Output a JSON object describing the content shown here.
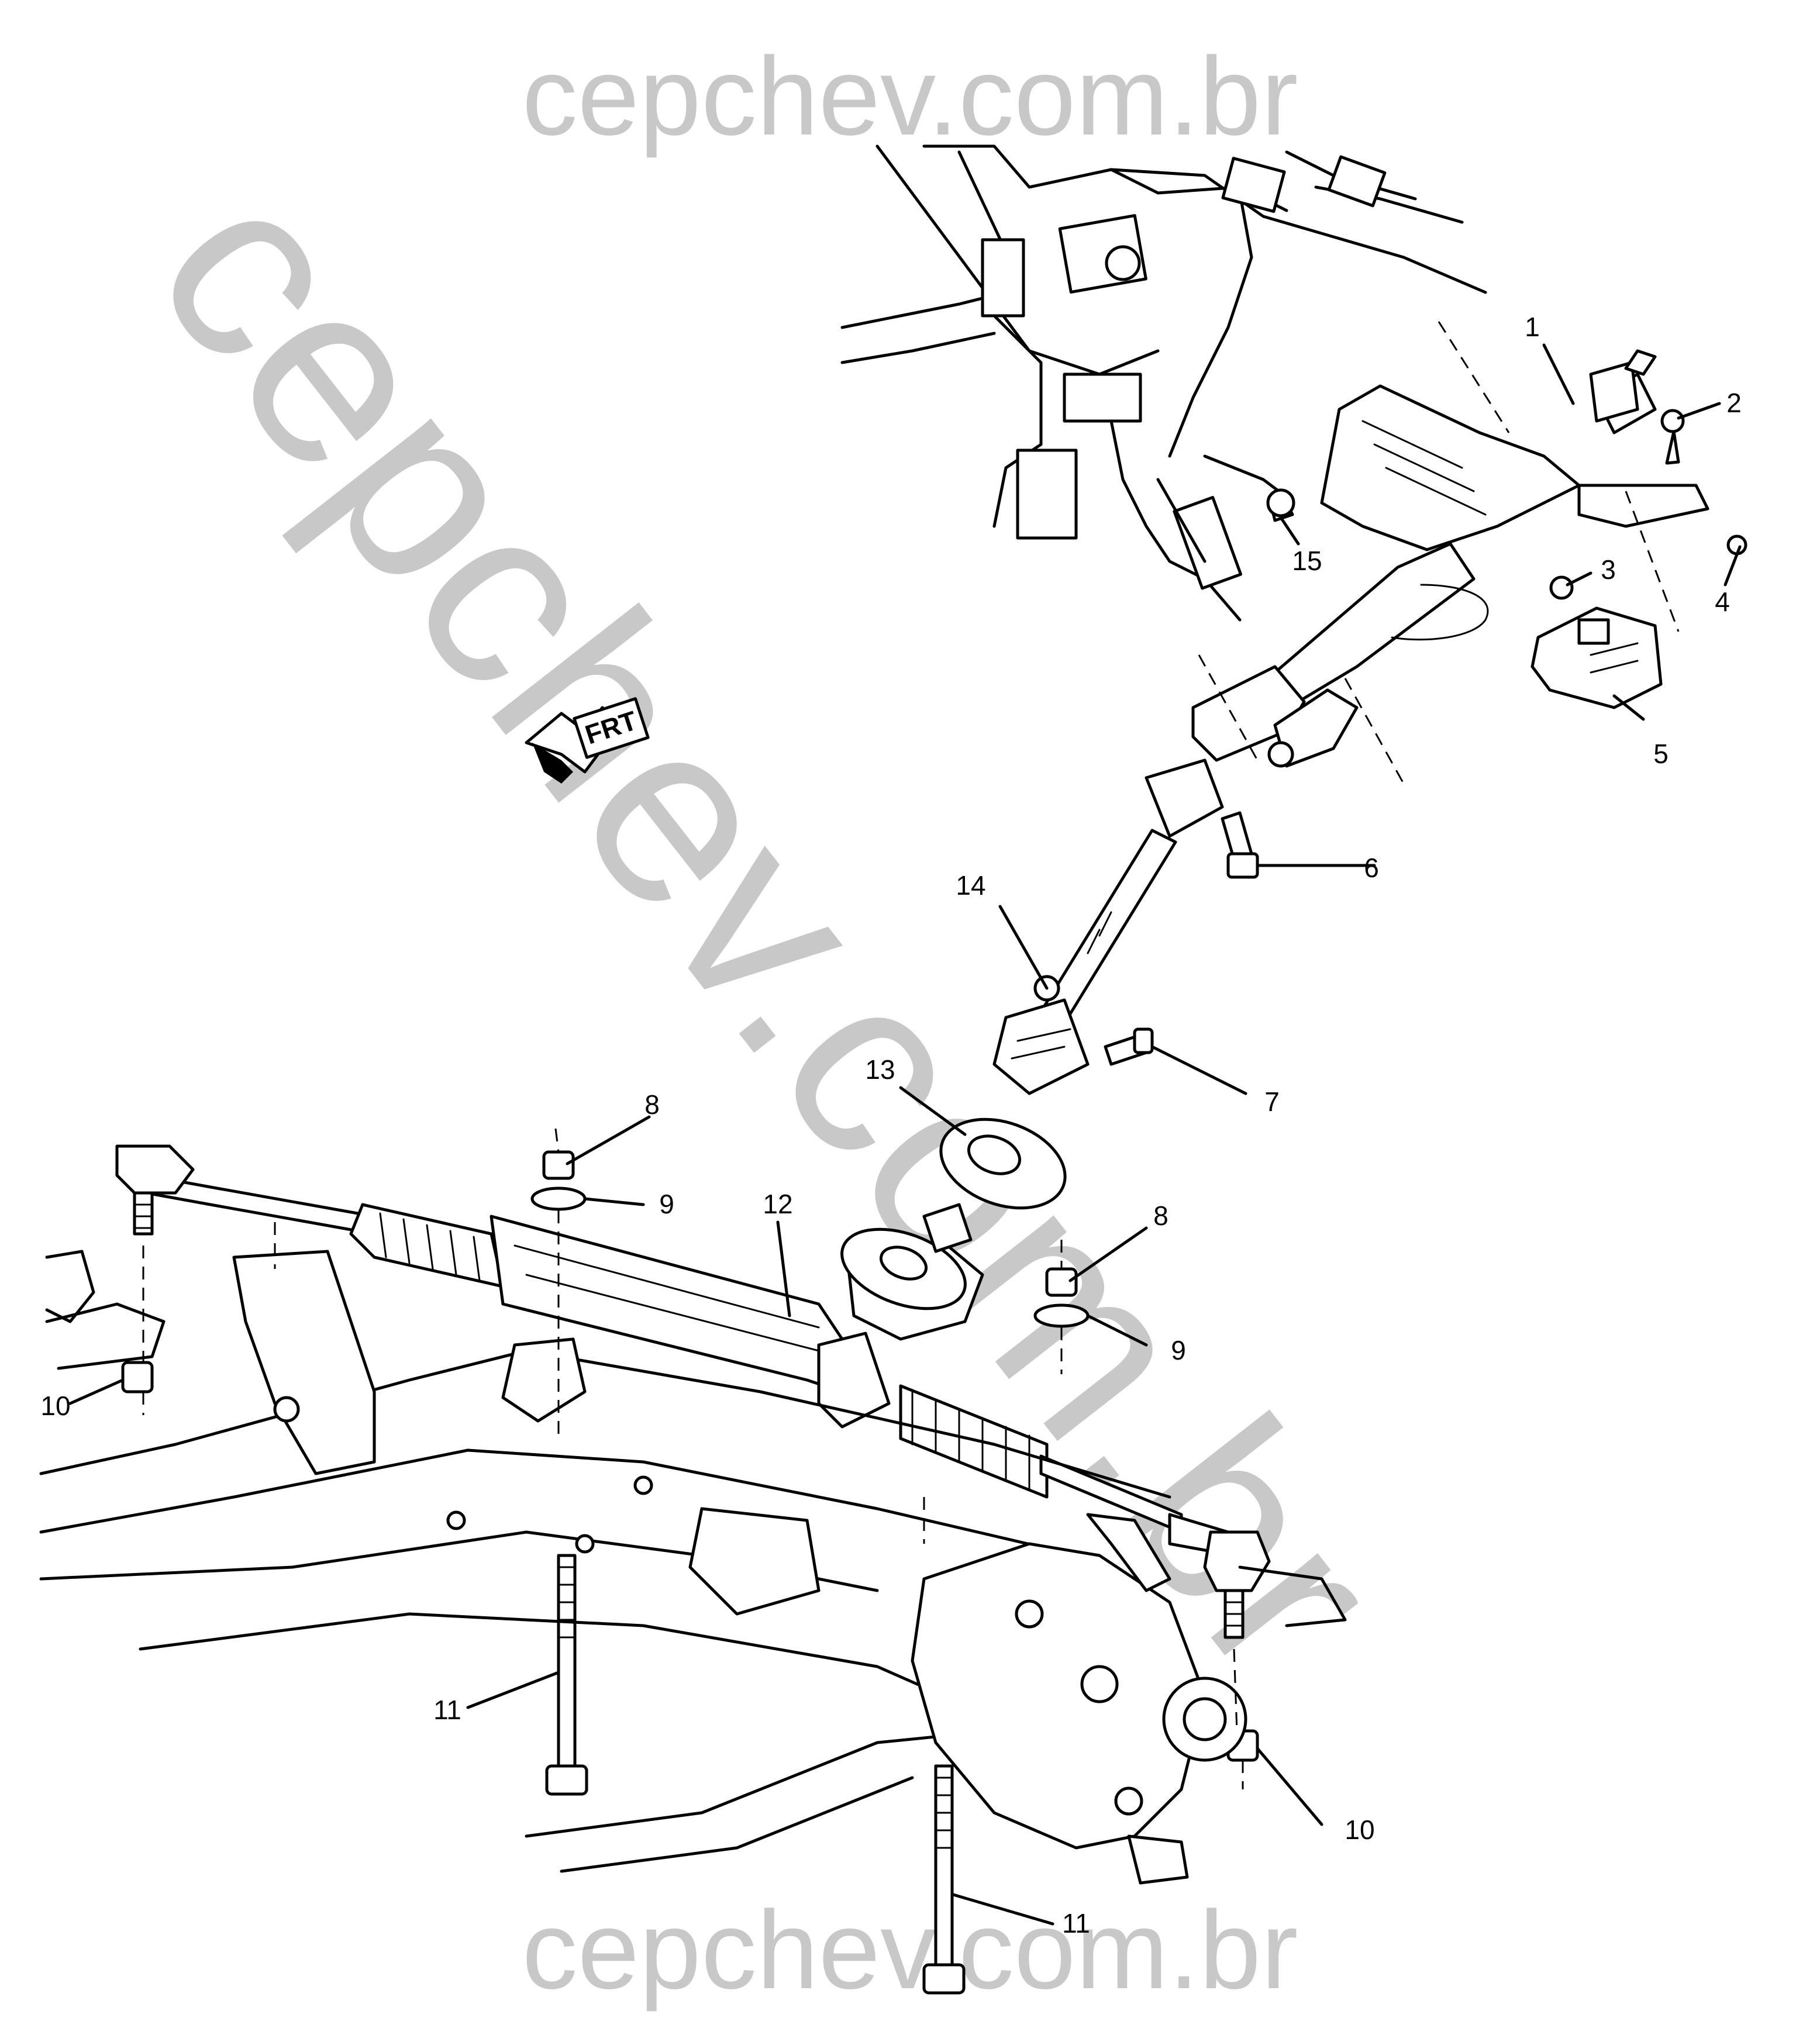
{
  "watermark": {
    "top": "cepchev.com.br",
    "bottom": "cepchev.com.br",
    "diagonal": "cepchev.com.br",
    "color": "#c8c8c8"
  },
  "orientation_badge": {
    "label": "FRT",
    "icon": "front-direction-arrow-icon"
  },
  "callouts": [
    {
      "id": "c1",
      "label": "1"
    },
    {
      "id": "c2",
      "label": "2"
    },
    {
      "id": "c3",
      "label": "3"
    },
    {
      "id": "c4",
      "label": "4"
    },
    {
      "id": "c5",
      "label": "5"
    },
    {
      "id": "c6",
      "label": "6"
    },
    {
      "id": "c7",
      "label": "7"
    },
    {
      "id": "c8a",
      "label": "8"
    },
    {
      "id": "c8b",
      "label": "8"
    },
    {
      "id": "c9a",
      "label": "9"
    },
    {
      "id": "c9b",
      "label": "9"
    },
    {
      "id": "c10a",
      "label": "10"
    },
    {
      "id": "c10b",
      "label": "10"
    },
    {
      "id": "c11a",
      "label": "11"
    },
    {
      "id": "c11b",
      "label": "11"
    },
    {
      "id": "c12",
      "label": "12"
    },
    {
      "id": "c13",
      "label": "13"
    },
    {
      "id": "c14",
      "label": "14"
    },
    {
      "id": "c15",
      "label": "15"
    }
  ]
}
